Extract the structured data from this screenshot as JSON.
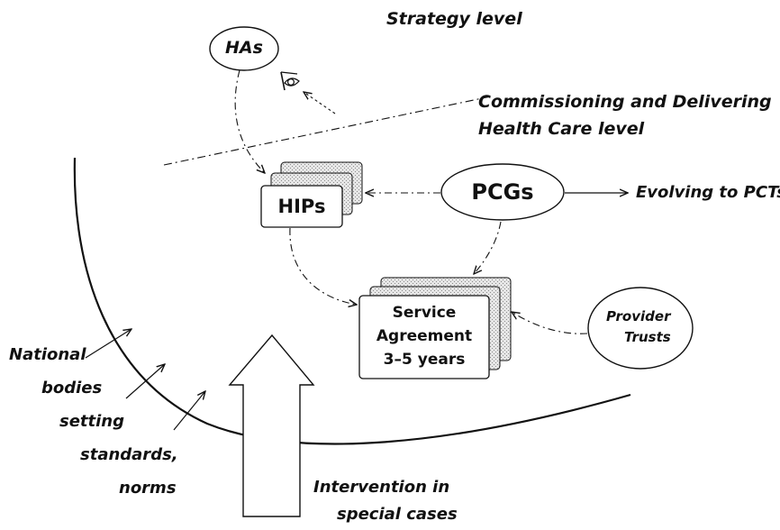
{
  "levels": {
    "strategy": "Strategy level",
    "commissioning_line1": "Commissioning and Delivering",
    "commissioning_line2": "Health Care level"
  },
  "nodes": {
    "has": "HAs",
    "hips": "HIPs",
    "pcgs": "PCGs",
    "evolving": "Evolving to PCTs",
    "provider_line1": "Provider",
    "provider_line2": "Trusts",
    "service_line1": "Service",
    "service_line2": "Agreement",
    "service_line3": "3–5 years"
  },
  "annotations": {
    "national_line1": "National",
    "national_line2": "bodies",
    "national_line3": "setting",
    "national_line4": "standards,",
    "national_line5": "norms",
    "intervention_line1": "Intervention in",
    "intervention_line2": "special cases"
  },
  "icons": {
    "monitoring": "eye-icon"
  },
  "colors": {
    "ink": "#111111",
    "stack_fill": "#cfcfcf"
  }
}
